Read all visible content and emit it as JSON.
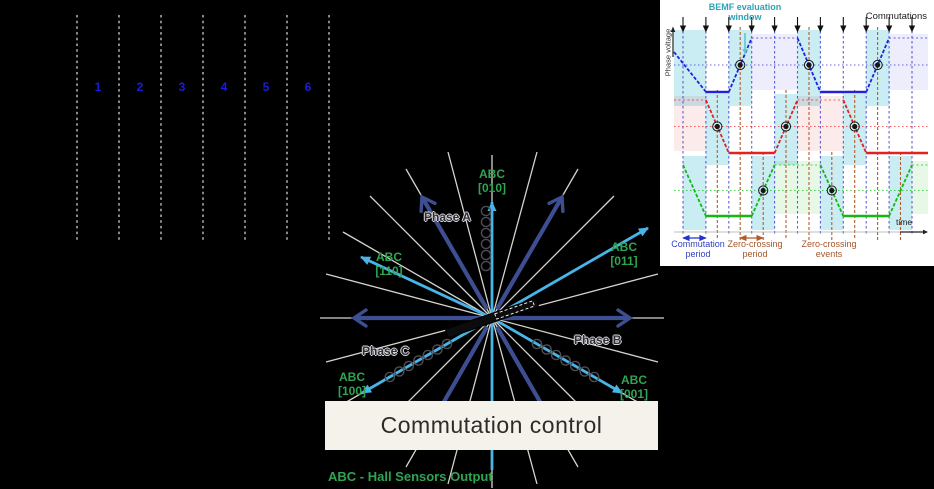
{
  "timing_diagram": {
    "steps": [
      "1",
      "2",
      "3",
      "4",
      "5",
      "6"
    ]
  },
  "star_diagram": {
    "phase_a": "Phase A",
    "phase_b": "Phase B",
    "phase_c": "Phase C",
    "states": {
      "top": {
        "name": "ABC",
        "code": "[010]"
      },
      "upper_right": {
        "name": "ABC",
        "code": "[011]"
      },
      "upper_left": {
        "name": "ABC",
        "code": "[110]"
      },
      "lower_left": {
        "name": "ABC",
        "code": "[100]"
      },
      "lower_right": {
        "name": "ABC",
        "code": "[001]"
      }
    },
    "control_box_label": "Commutation control",
    "footnote": "ABC - Hall Sensors Output",
    "colors": {
      "hall_green": "#2fa452",
      "commutation_vector_navy": "#3d4f92",
      "hall_vector_cyan": "#49b4e8"
    }
  },
  "bemf_chart": {
    "title": "BEMF evaluation window",
    "commutations_label": "Commutations",
    "y_axis_label": "Phase voltage",
    "x_axis_label": "time",
    "legend": {
      "commutation_period": "Commutation period",
      "zero_crossing_period": "Zero-crossing period",
      "zero_crossing_events": "Zero-crossing events"
    },
    "colors": {
      "phase_blue": "#2222dd",
      "phase_red": "#e02222",
      "phase_green": "#14b814",
      "window_cyan": "#c9edf3",
      "event_brown": "#b35c2a",
      "title_teal": "#2aa4b6"
    }
  },
  "chart_data": {
    "type": "line",
    "title": "BEMF evaluation window",
    "xlabel": "time",
    "ylabel": "Phase voltage",
    "legend_entries": [
      "Commutation period",
      "Zero-crossing period",
      "Zero-crossing events"
    ],
    "n_commutation_lines": 11,
    "series": [
      {
        "name": "phase-voltage-top",
        "color": "#2222dd",
        "zero_crossing_events": 3,
        "shape": "trapezoidal BEMF with PWM ripple; rises/falls inside cyan evaluation windows"
      },
      {
        "name": "phase-voltage-middle",
        "color": "#e02222",
        "zero_crossing_events": 3,
        "shape": "trapezoidal BEMF with PWM ripple, shifted 120 deg"
      },
      {
        "name": "phase-voltage-bottom",
        "color": "#14b814",
        "zero_crossing_events": 2,
        "shape": "trapezoidal BEMF with PWM ripple, shifted 240 deg"
      }
    ]
  }
}
